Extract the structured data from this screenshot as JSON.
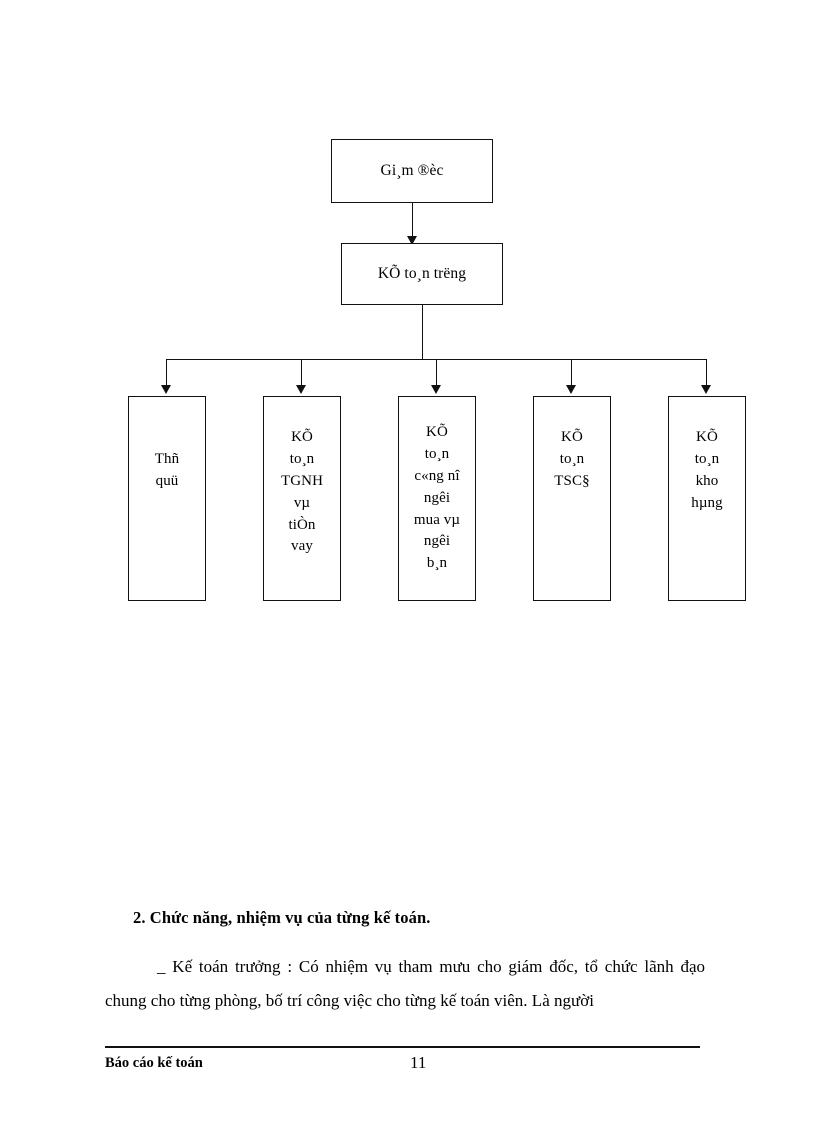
{
  "document": {
    "page_number": "11",
    "footer_left": "Báo cáo kế toán"
  },
  "org_chart": {
    "title": "",
    "type": "hierarchy",
    "nodes": [
      {
        "id": "director",
        "label": "Gi¸m ®èc",
        "level": 0
      },
      {
        "id": "chief",
        "label": "KÕ to¸n trëng",
        "level": 1
      },
      {
        "id": "leaf1",
        "label": "Thñ\nquü",
        "level": 2
      },
      {
        "id": "leaf2",
        "label": "KÕ\nto¸n\nTGNH\nvµ\ntiÒn\nvay",
        "level": 2
      },
      {
        "id": "leaf3",
        "label": "KÕ\nto¸n\nc«ng nî\nngêi\nmua vµ\nngêi\nb¸n",
        "level": 2
      },
      {
        "id": "leaf4",
        "label": "KÕ\nto¸n\nTSC§",
        "level": 2
      },
      {
        "id": "leaf5",
        "label": "KÕ\nto¸n\nkho\nhµng",
        "level": 2
      }
    ],
    "edges": [
      {
        "from": "director",
        "to": "chief"
      },
      {
        "from": "chief",
        "to": "leaf1"
      },
      {
        "from": "chief",
        "to": "leaf2"
      },
      {
        "from": "chief",
        "to": "leaf3"
      },
      {
        "from": "chief",
        "to": "leaf4"
      },
      {
        "from": "chief",
        "to": "leaf5"
      }
    ],
    "line_color": "#111111",
    "box_fill": "#ffffff"
  },
  "body": {
    "heading": "2. Chức năng, nhiệm vụ của từng kế toán.",
    "paragraph": "_ Kế toán trưởng : Có nhiệm vụ tham mưu cho giám đốc, tổ chức lãnh đạo chung cho từng phòng, bố trí công việc cho từng kế toán viên. Là người"
  }
}
